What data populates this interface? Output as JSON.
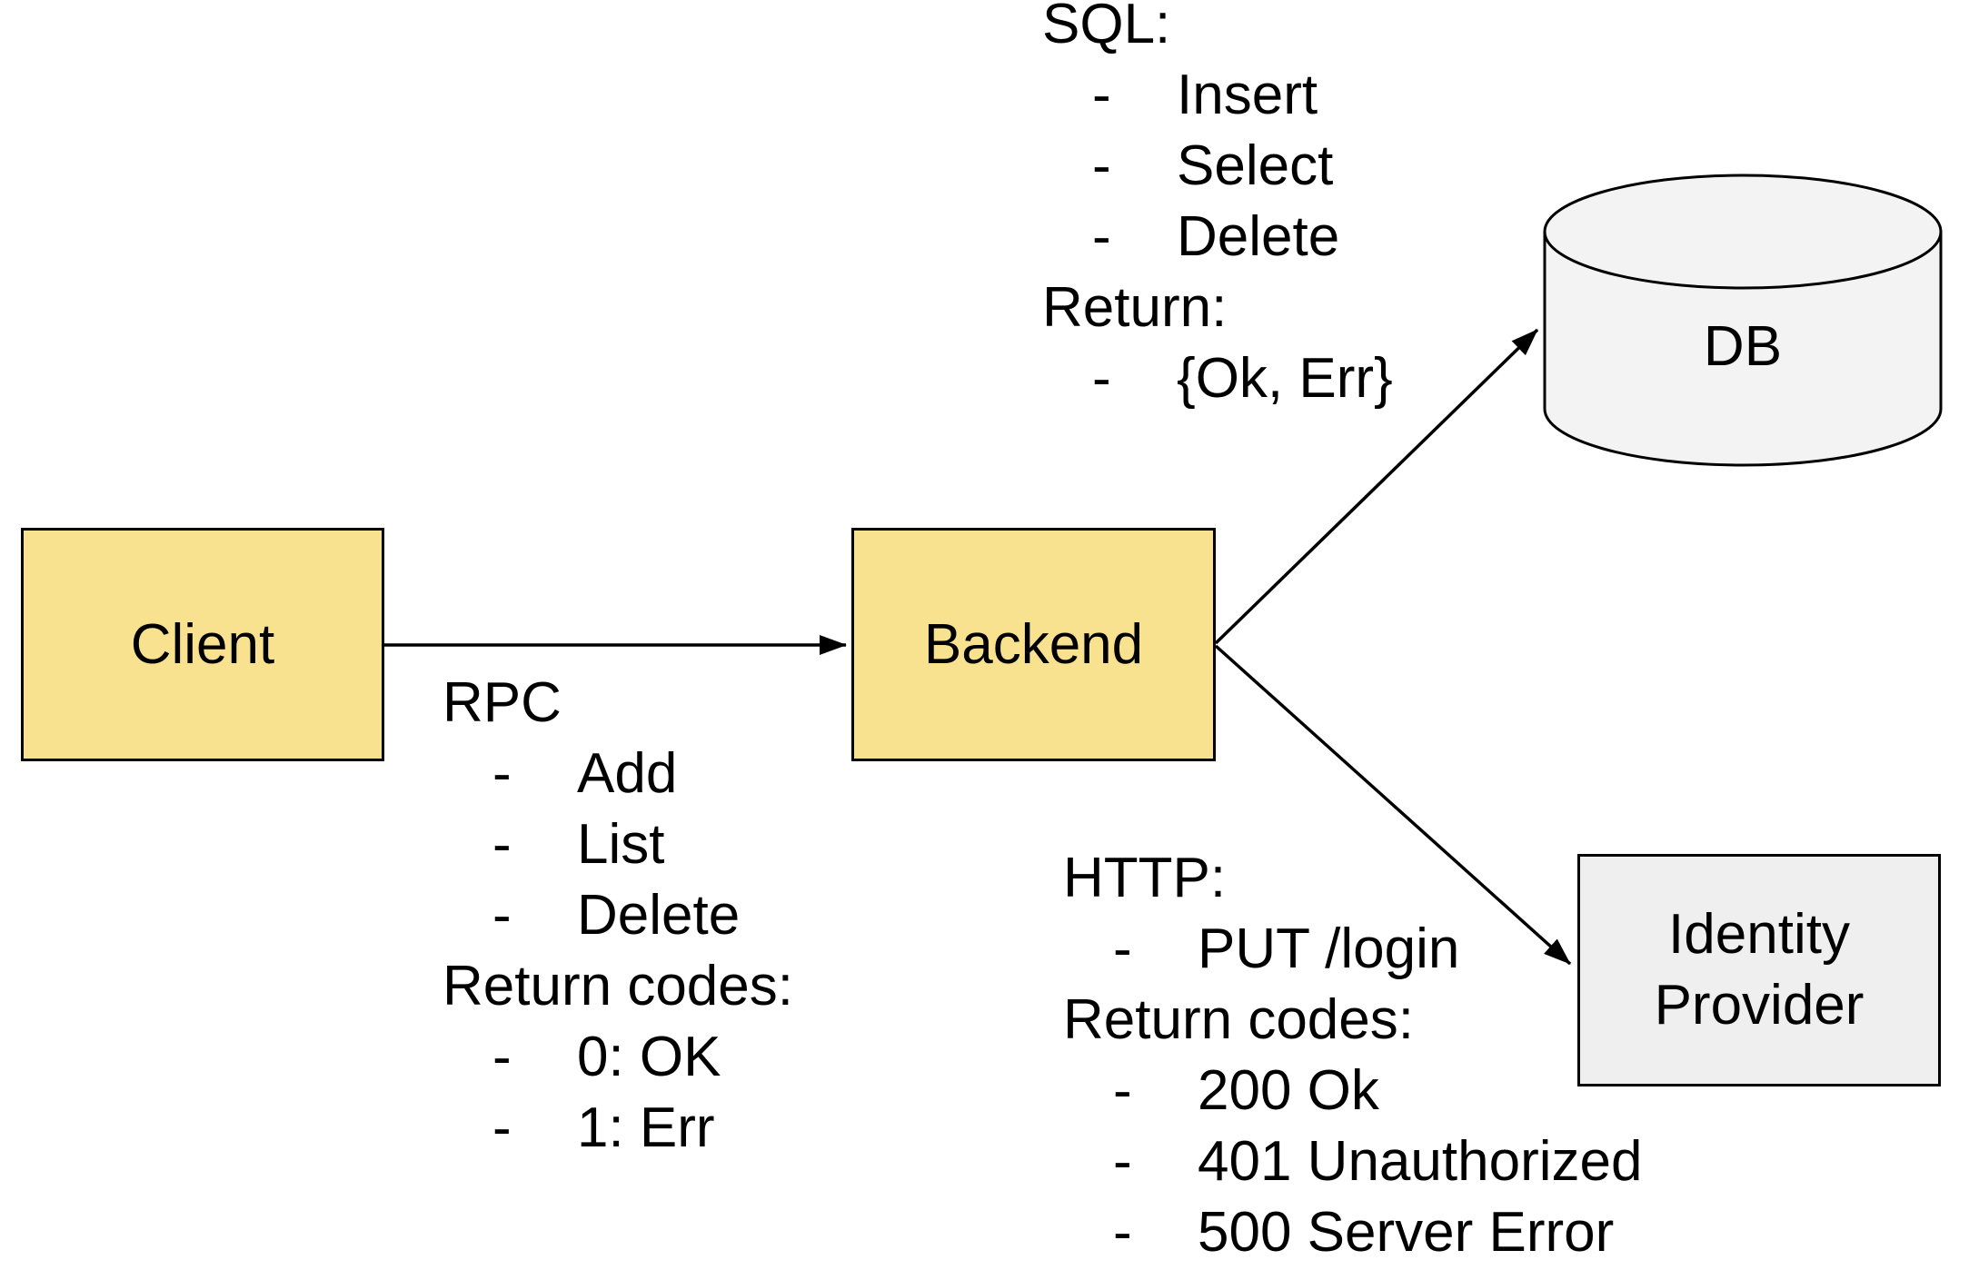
{
  "diagram": {
    "type": "architecture-flow",
    "description_visible_only": "Client, Backend, DB, Identity Provider with labeled arrows"
  },
  "colors": {
    "background": "#ffffff",
    "node_yellow_fill": "#f8e28f",
    "node_gray_fill": "#efefef",
    "cylinder_fill": "#f3f3f3",
    "stroke": "#000000",
    "text": "#000000"
  },
  "glyphs": {
    "dash": "-"
  },
  "nodes": {
    "client": {
      "label": "Client",
      "shape": "rectangle"
    },
    "backend": {
      "label": "Backend",
      "shape": "rectangle"
    },
    "db": {
      "label": "DB",
      "shape": "cylinder"
    },
    "identity_provider": {
      "label": "Identity Provider",
      "shape": "rectangle"
    }
  },
  "edges": [
    {
      "from": "client",
      "to": "backend",
      "annotation": "rpc"
    },
    {
      "from": "backend",
      "to": "db",
      "annotation": "sql"
    },
    {
      "from": "backend",
      "to": "identity_provider",
      "annotation": "http"
    }
  ],
  "annotations": {
    "rpc": {
      "lines": [
        {
          "bullet": "",
          "text": "RPC"
        },
        {
          "bullet": "-",
          "text": "Add"
        },
        {
          "bullet": "-",
          "text": "List"
        },
        {
          "bullet": "-",
          "text": "Delete"
        },
        {
          "bullet": "",
          "text": "Return codes:"
        },
        {
          "bullet": "-",
          "text": "0: OK"
        },
        {
          "bullet": "-",
          "text": "1: Err"
        }
      ]
    },
    "sql": {
      "lines": [
        {
          "bullet": "",
          "text": "SQL:"
        },
        {
          "bullet": "-",
          "text": "Insert"
        },
        {
          "bullet": "-",
          "text": "Select"
        },
        {
          "bullet": "-",
          "text": "Delete"
        },
        {
          "bullet": "",
          "text": "Return:"
        },
        {
          "bullet": "-",
          "text": "{Ok, Err}"
        }
      ]
    },
    "http": {
      "lines": [
        {
          "bullet": "",
          "text": "HTTP:"
        },
        {
          "bullet": "-",
          "text": "PUT /login"
        },
        {
          "bullet": "",
          "text": "Return codes:"
        },
        {
          "bullet": "-",
          "text": "200 Ok"
        },
        {
          "bullet": "-",
          "text": "401 Unauthorized"
        },
        {
          "bullet": "-",
          "text": "500 Server Error"
        }
      ]
    }
  }
}
